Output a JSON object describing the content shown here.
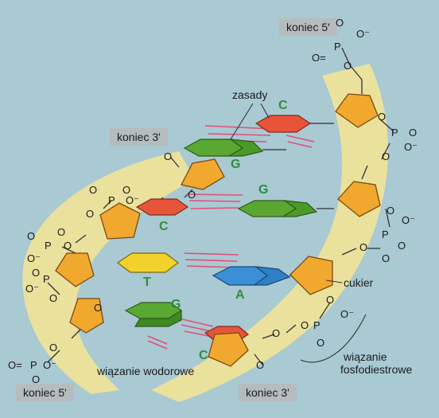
{
  "diagram": {
    "end_labels": {
      "top_5": "koniec 5'",
      "mid_3": "koniec 3'",
      "bottom_5": "koniec 5'",
      "bottom_3": "koniec 3'"
    },
    "labels": {
      "zasady": "zasady",
      "cukier": "cukier",
      "wodorowe": "wiązanie wodorowe",
      "fosfo_line1": "wiązanie",
      "fosfo_line2": "fosfodiestrowe"
    },
    "bases": {
      "c_top": "C",
      "g_upper": "G",
      "c_mid": "C",
      "g_mid": "G",
      "t": "T",
      "a": "A",
      "g_lower": "G",
      "c_lower": "C"
    },
    "atoms": {
      "oxygen": "O",
      "phosphorus": "P",
      "oxygen_minus": "O⁻",
      "o_double": "O="
    },
    "colors": {
      "background": "#a9c9d3",
      "backbone_band": "#ede39a",
      "sugar": "#f0a82e",
      "cytosine": "#e8543a",
      "guanine": "#5aa832",
      "thymine": "#f2d12a",
      "adenine": "#3a8fd6",
      "hydrogen_bond": "#e0507a",
      "base_label": "#2f8f3a"
    }
  }
}
